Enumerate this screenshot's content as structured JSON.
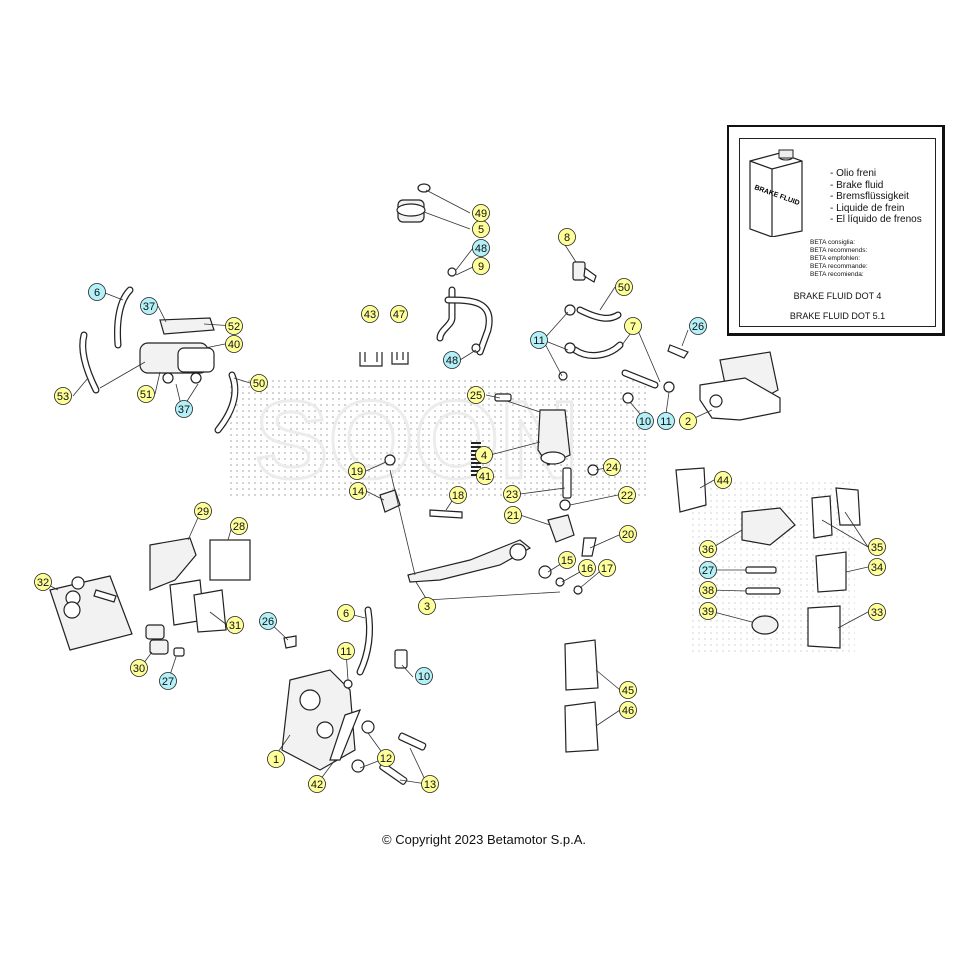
{
  "callouts": [
    {
      "label": "1",
      "color": "yellow"
    },
    {
      "label": "2",
      "color": "yellow"
    },
    {
      "label": "3",
      "color": "yellow"
    },
    {
      "label": "4",
      "color": "yellow"
    },
    {
      "label": "5",
      "color": "yellow"
    },
    {
      "label": "6",
      "color": "cyan"
    },
    {
      "label": "6",
      "color": "yellow"
    },
    {
      "label": "7",
      "color": "yellow"
    },
    {
      "label": "8",
      "color": "yellow"
    },
    {
      "label": "9",
      "color": "yellow"
    },
    {
      "label": "10",
      "color": "cyan"
    },
    {
      "label": "10",
      "color": "cyan"
    },
    {
      "label": "11",
      "color": "cyan"
    },
    {
      "label": "11",
      "color": "cyan"
    },
    {
      "label": "11",
      "color": "yellow"
    },
    {
      "label": "12",
      "color": "yellow"
    },
    {
      "label": "13",
      "color": "yellow"
    },
    {
      "label": "14",
      "color": "yellow"
    },
    {
      "label": "15",
      "color": "yellow"
    },
    {
      "label": "16",
      "color": "yellow"
    },
    {
      "label": "17",
      "color": "yellow"
    },
    {
      "label": "18",
      "color": "yellow"
    },
    {
      "label": "19",
      "color": "yellow"
    },
    {
      "label": "20",
      "color": "yellow"
    },
    {
      "label": "21",
      "color": "yellow"
    },
    {
      "label": "22",
      "color": "yellow"
    },
    {
      "label": "23",
      "color": "yellow"
    },
    {
      "label": "24",
      "color": "yellow"
    },
    {
      "label": "25",
      "color": "yellow"
    },
    {
      "label": "26",
      "color": "cyan"
    },
    {
      "label": "26",
      "color": "cyan"
    },
    {
      "label": "27",
      "color": "cyan"
    },
    {
      "label": "27",
      "color": "cyan"
    },
    {
      "label": "28",
      "color": "yellow"
    },
    {
      "label": "29",
      "color": "yellow"
    },
    {
      "label": "30",
      "color": "yellow"
    },
    {
      "label": "31",
      "color": "yellow"
    },
    {
      "label": "32",
      "color": "yellow"
    },
    {
      "label": "33",
      "color": "yellow"
    },
    {
      "label": "34",
      "color": "yellow"
    },
    {
      "label": "35",
      "color": "yellow"
    },
    {
      "label": "36",
      "color": "yellow"
    },
    {
      "label": "37",
      "color": "cyan"
    },
    {
      "label": "37",
      "color": "cyan"
    },
    {
      "label": "38",
      "color": "yellow"
    },
    {
      "label": "39",
      "color": "yellow"
    },
    {
      "label": "40",
      "color": "yellow"
    },
    {
      "label": "41",
      "color": "yellow"
    },
    {
      "label": "42",
      "color": "yellow"
    },
    {
      "label": "43",
      "color": "yellow"
    },
    {
      "label": "44",
      "color": "yellow"
    },
    {
      "label": "45",
      "color": "yellow"
    },
    {
      "label": "46",
      "color": "yellow"
    },
    {
      "label": "47",
      "color": "yellow"
    },
    {
      "label": "48",
      "color": "cyan"
    },
    {
      "label": "48",
      "color": "cyan"
    },
    {
      "label": "49",
      "color": "yellow"
    },
    {
      "label": "50",
      "color": "yellow"
    },
    {
      "label": "50",
      "color": "yellow"
    },
    {
      "label": "51",
      "color": "yellow"
    },
    {
      "label": "52",
      "color": "yellow"
    },
    {
      "label": "53",
      "color": "yellow"
    }
  ],
  "legend": {
    "bottle_label": "BRAKE FLUID",
    "fluid_names": [
      "- Olio freni",
      "- Brake fluid",
      "- Bremsflüssigkeit",
      "- Liquide de frein",
      "- El líquido de frenos"
    ],
    "recommendations": [
      "BETA consiglia:",
      "BETA recommends:",
      "BETA empfohlen:",
      "BETA recommande:",
      "BETA recomienda:"
    ],
    "dot4": "BRAKE FLUID DOT 4",
    "dot51": "BRAKE FLUID DOT 5.1"
  },
  "watermark": "SOON",
  "copyright": "© Copyright 2023 Betamotor S.p.A.",
  "colors": {
    "yellow": "#ffff99",
    "cyan": "#b3f0f7",
    "stroke": "#222222"
  }
}
